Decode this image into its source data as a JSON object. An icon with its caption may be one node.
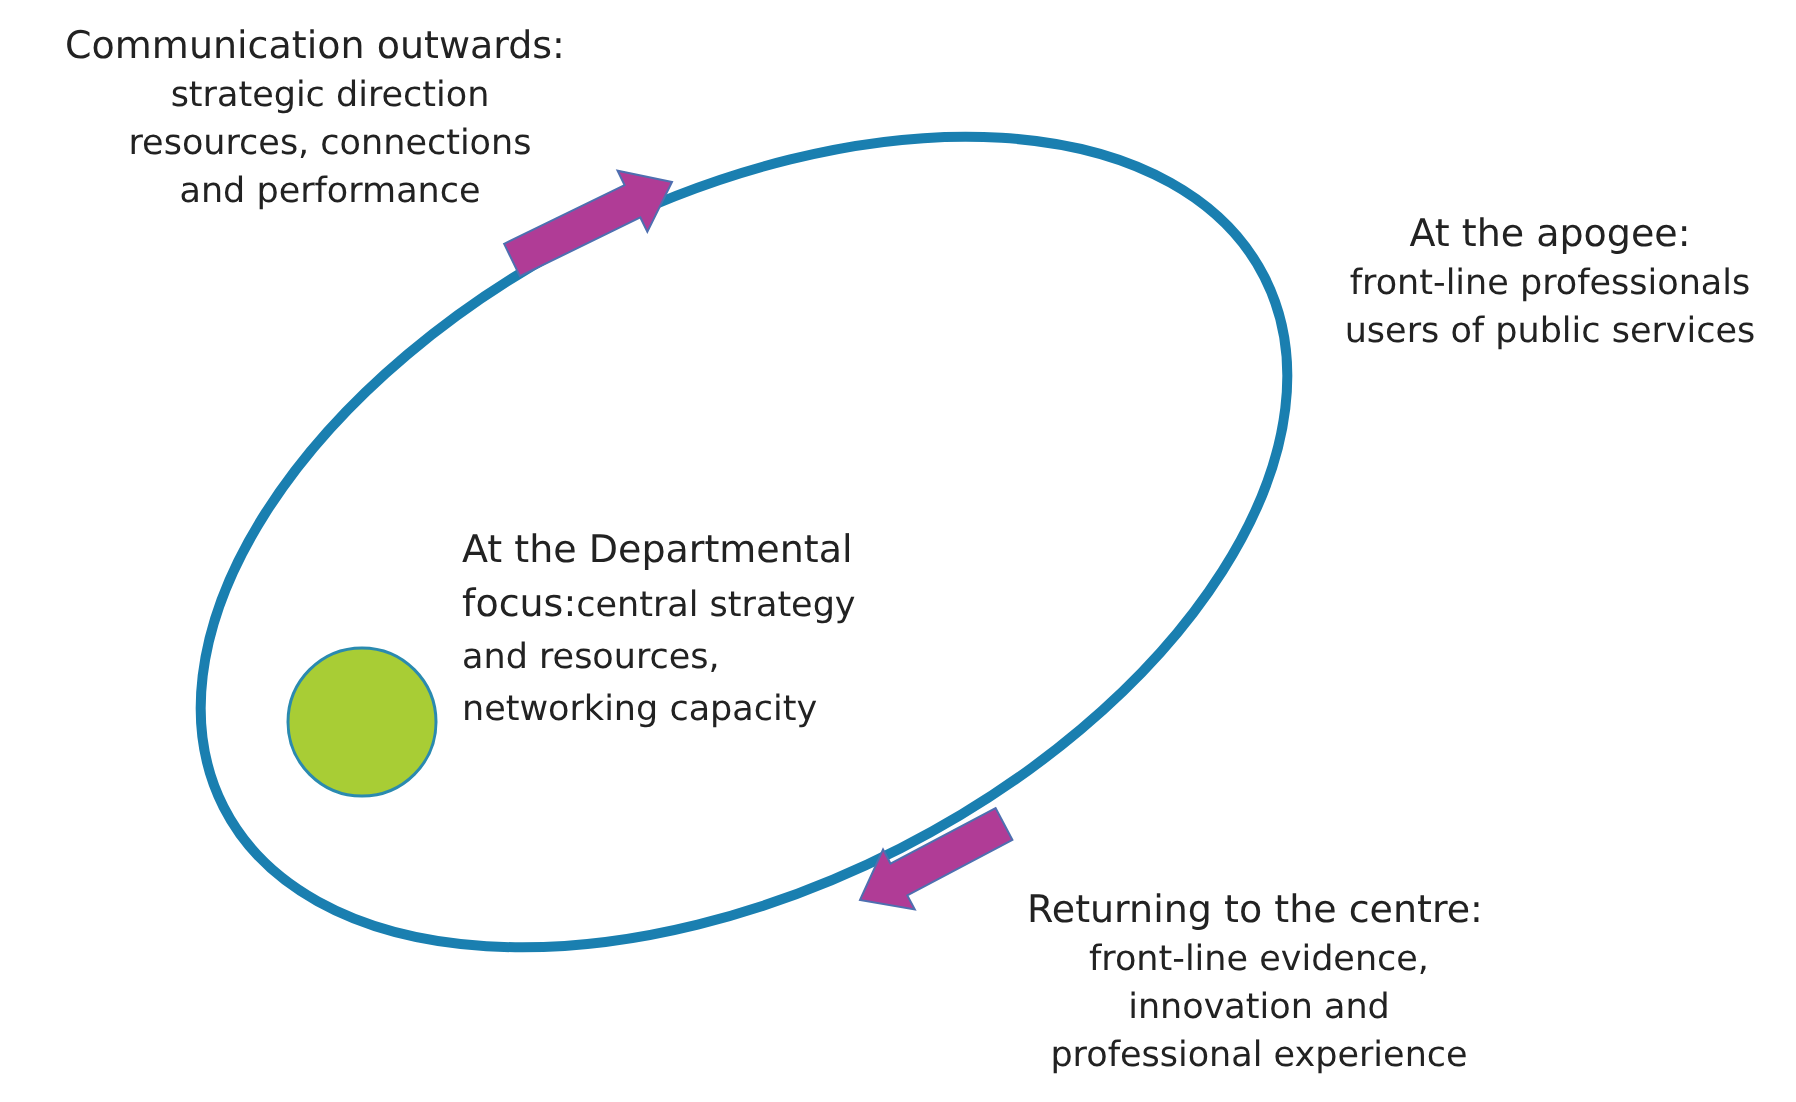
{
  "diagram": {
    "nodes": [
      {
        "text": [],
        "shape": "circle"
      }
    ],
    "labels": [
      "Communication outwards:",
      "strategic direction resources, connections and performance",
      "At the apogee:",
      "front-line professionals users of public services",
      "At the Departmental focus:",
      "central strategy and resources, networking capacity",
      "Returning to the centre:",
      "front-line evidence, innovation and professional experience"
    ]
  }
}
